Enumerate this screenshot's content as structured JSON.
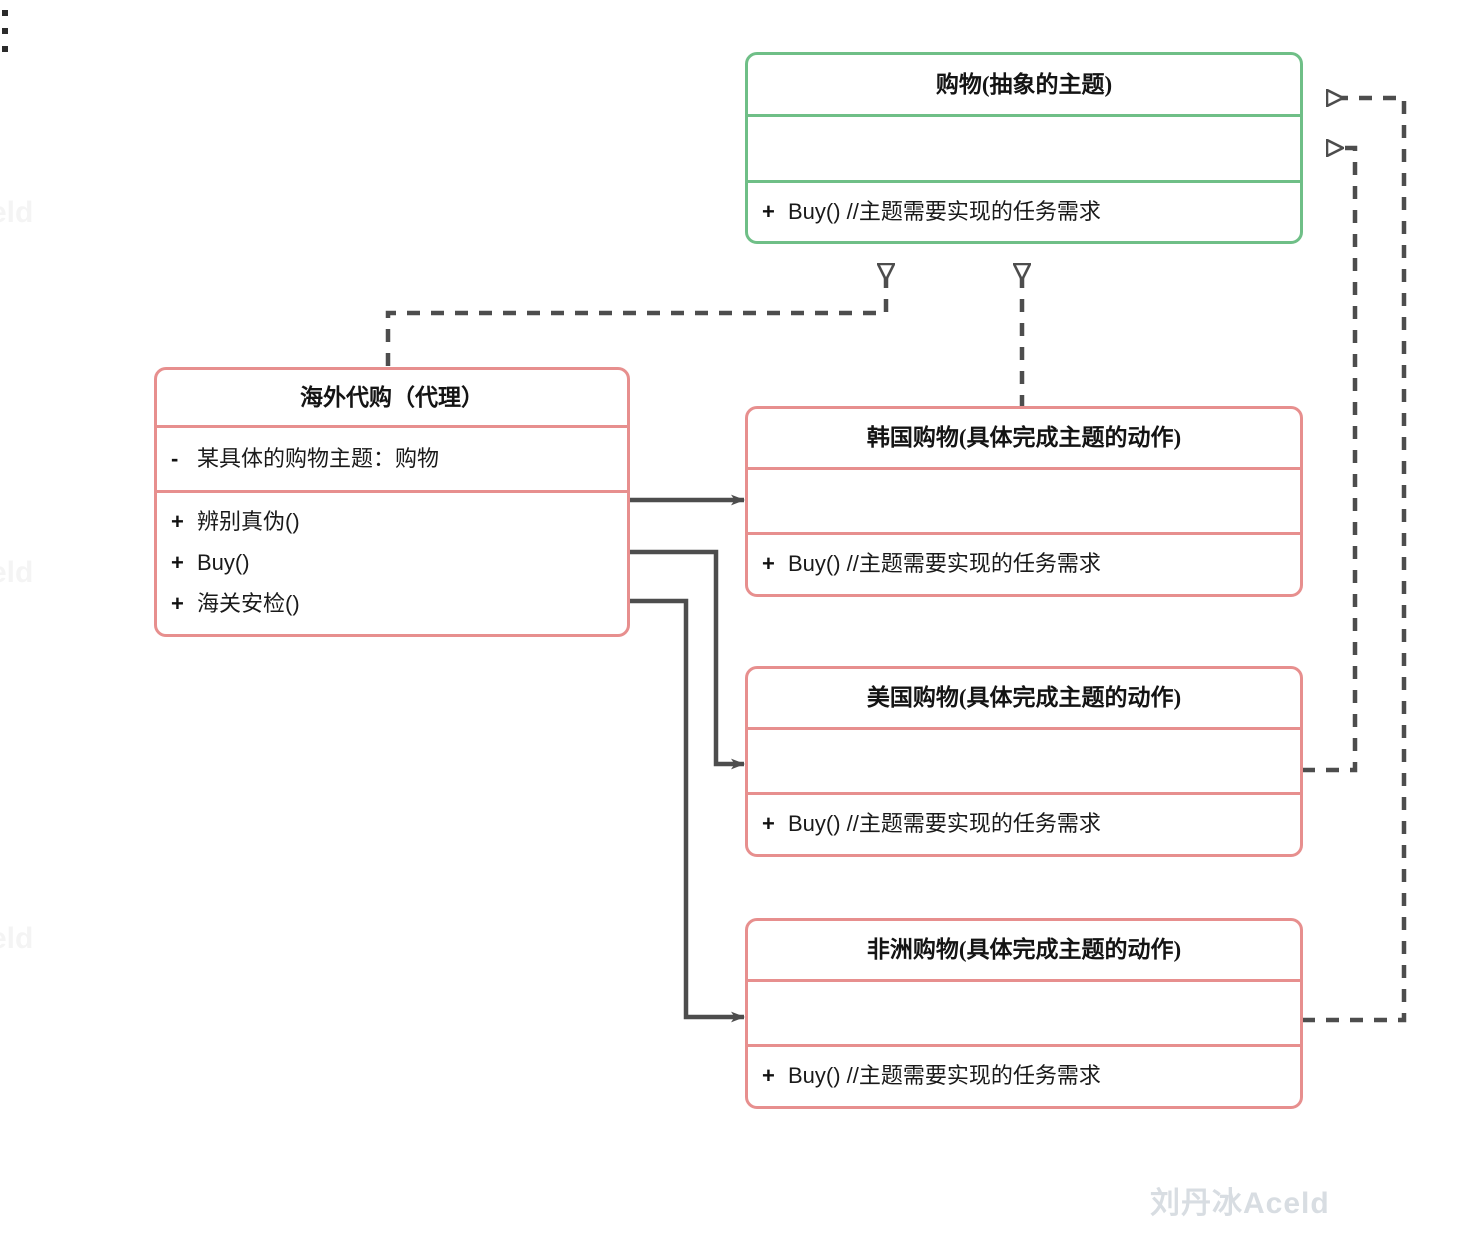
{
  "diagram": {
    "type": "uml-class-diagram",
    "title_hidden": true,
    "colors": {
      "abstract_subject": "#6fbf87",
      "concrete": "#e78f8e",
      "connector": "#4d4d4d",
      "watermark": "#d8dde2"
    },
    "boxes": [
      {
        "id": "shopping-abstract",
        "name": "购物(抽象的主题)",
        "color": "green",
        "attributes": [],
        "methods": [
          {
            "visibility": "+",
            "text": "Buy()  //主题需要实现的任务需求"
          }
        ]
      },
      {
        "id": "overseas-agent",
        "name": "海外代购（代理）",
        "color": "pink",
        "attributes": [
          {
            "visibility": "-",
            "text": "某具体的购物主题：购物"
          }
        ],
        "methods": [
          {
            "visibility": "+",
            "text": "辨别真伪()"
          },
          {
            "visibility": "+",
            "text": "Buy()"
          },
          {
            "visibility": "+",
            "text": "海关安检()"
          }
        ]
      },
      {
        "id": "korea-shopping",
        "name": "韩国购物(具体完成主题的动作)",
        "color": "pink",
        "attributes": [],
        "methods": [
          {
            "visibility": "+",
            "text": "Buy()  //主题需要实现的任务需求"
          }
        ]
      },
      {
        "id": "usa-shopping",
        "name": "美国购物(具体完成主题的动作)",
        "color": "pink",
        "attributes": [],
        "methods": [
          {
            "visibility": "+",
            "text": "Buy()  //主题需要实现的任务需求"
          }
        ]
      },
      {
        "id": "africa-shopping",
        "name": "非洲购物(具体完成主题的动作)",
        "color": "pink",
        "attributes": [],
        "methods": [
          {
            "visibility": "+",
            "text": "Buy()  //主题需要实现的任务需求"
          }
        ]
      }
    ],
    "connections": [
      {
        "from": "overseas-agent",
        "to": "shopping-abstract",
        "style": "dashed",
        "arrow": "hollow-triangle",
        "kind": "realization"
      },
      {
        "from": "korea-shopping",
        "to": "shopping-abstract",
        "style": "dashed",
        "arrow": "hollow-triangle",
        "kind": "realization"
      },
      {
        "from": "usa-shopping",
        "to": "shopping-abstract",
        "style": "dashed",
        "arrow": "hollow-triangle",
        "kind": "realization"
      },
      {
        "from": "africa-shopping",
        "to": "shopping-abstract",
        "style": "dashed",
        "arrow": "hollow-triangle",
        "kind": "realization"
      },
      {
        "from": "overseas-agent",
        "to": "korea-shopping",
        "style": "solid",
        "arrow": "filled",
        "kind": "association"
      },
      {
        "from": "overseas-agent",
        "to": "usa-shopping",
        "style": "solid",
        "arrow": "filled",
        "kind": "association"
      },
      {
        "from": "overseas-agent",
        "to": "africa-shopping",
        "style": "solid",
        "arrow": "filled",
        "kind": "association"
      }
    ]
  },
  "watermarks": {
    "main": "刘丹冰Aceld",
    "edge_fragments": [
      "eld",
      "eld",
      "eld"
    ]
  }
}
